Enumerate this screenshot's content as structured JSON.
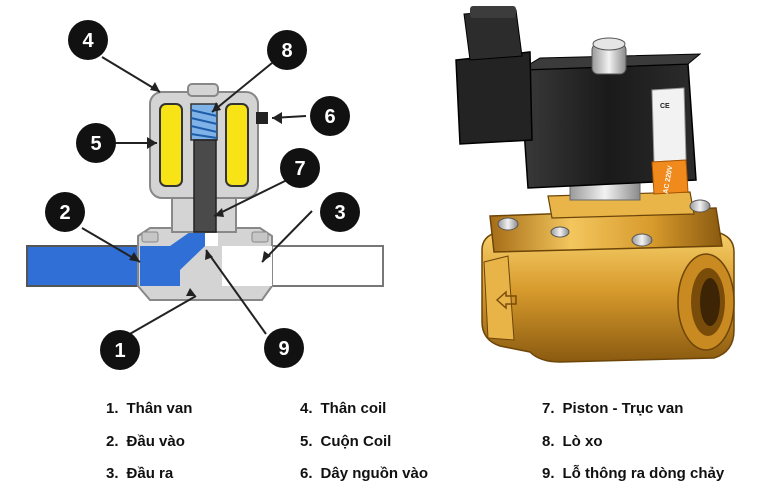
{
  "callouts": [
    {
      "num": "1"
    },
    {
      "num": "2"
    },
    {
      "num": "3"
    },
    {
      "num": "4"
    },
    {
      "num": "5"
    },
    {
      "num": "6"
    },
    {
      "num": "7"
    },
    {
      "num": "8"
    },
    {
      "num": "9"
    }
  ],
  "legend": [
    {
      "num": "1.",
      "text": "Thân van"
    },
    {
      "num": "2.",
      "text": "Đầu vào"
    },
    {
      "num": "3.",
      "text": "Đầu ra"
    },
    {
      "num": "4.",
      "text": "Thân coil"
    },
    {
      "num": "5.",
      "text": "Cuộn Coil"
    },
    {
      "num": "6.",
      "text": "Dây nguồn vào"
    },
    {
      "num": "7.",
      "text": "Piston - Trục van"
    },
    {
      "num": "8.",
      "text": "Lò xo"
    },
    {
      "num": "9.",
      "text": "Lỗ thông ra dòng chảy"
    }
  ],
  "product": {
    "coil_label": "AC 220V",
    "ce_mark": "CE"
  },
  "colors": {
    "body_gray": "#d4d4d4",
    "body_outline": "#888888",
    "coil_yellow": "#f7e316",
    "fluid_blue": "#2f6fd6",
    "brass": "#d79a2c",
    "coil_black": "#1d1d1d",
    "label_orange": "#f08a1c"
  }
}
